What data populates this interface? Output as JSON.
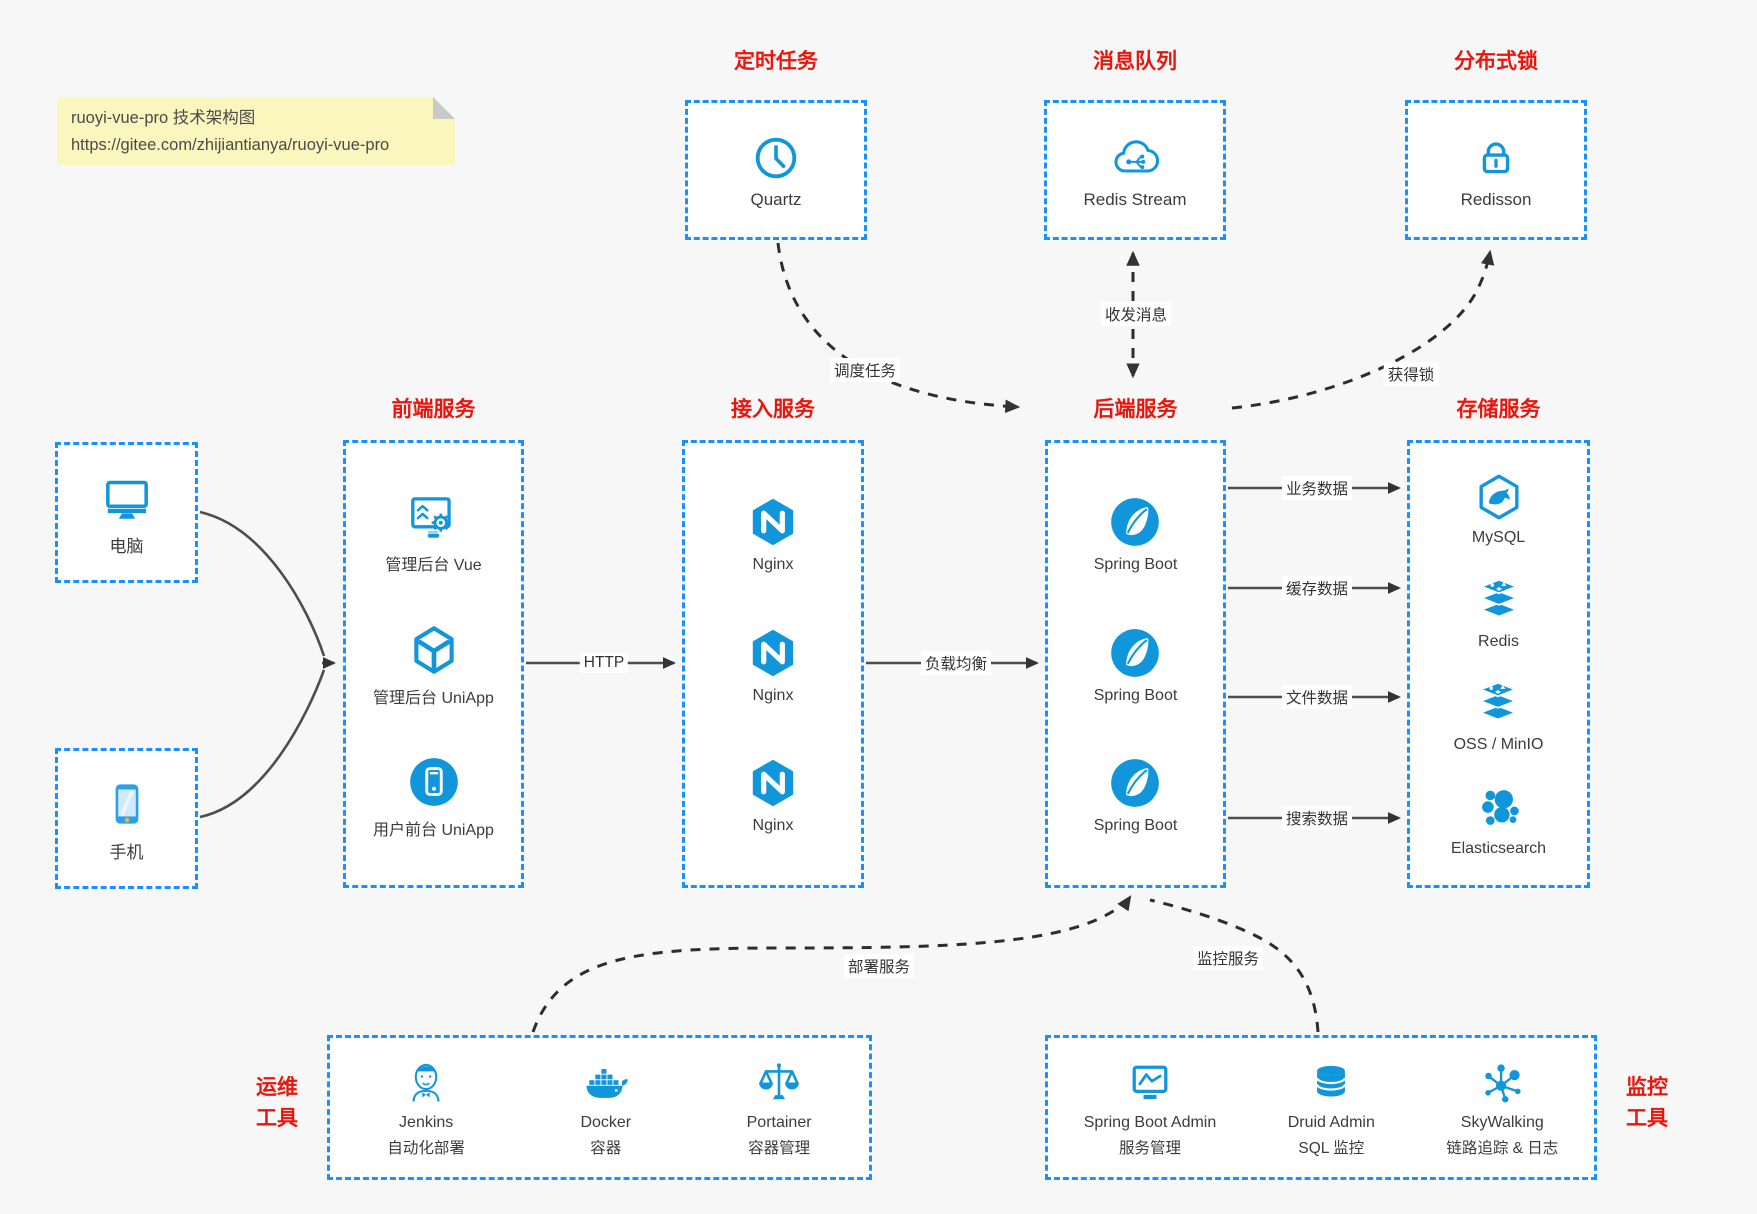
{
  "note": {
    "title": "ruoyi-vue-pro 技术架构图",
    "url": "https://gitee.com/zhijiantianya/ruoyi-vue-pro"
  },
  "top_groups": [
    {
      "title": "定时任务",
      "item": {
        "icon": "clock-icon",
        "label": "Quartz"
      }
    },
    {
      "title": "消息队列",
      "item": {
        "icon": "cloud-mq-icon",
        "label": "Redis Stream"
      }
    },
    {
      "title": "分布式锁",
      "item": {
        "icon": "lock-icon",
        "label": "Redisson"
      }
    }
  ],
  "clients": [
    {
      "icon": "desktop-icon",
      "label": "电脑"
    },
    {
      "icon": "smartphone-icon",
      "label": "手机"
    }
  ],
  "columns": {
    "frontend": {
      "title": "前端服务",
      "items": [
        {
          "icon": "admin-vue-icon",
          "label": "管理后台 Vue"
        },
        {
          "icon": "uniapp-icon",
          "label": "管理后台 UniApp"
        },
        {
          "icon": "user-app-icon",
          "label": "用户前台 UniApp"
        }
      ]
    },
    "gateway": {
      "title": "接入服务",
      "items": [
        {
          "icon": "nginx-icon",
          "label": "Nginx"
        },
        {
          "icon": "nginx-icon",
          "label": "Nginx"
        },
        {
          "icon": "nginx-icon",
          "label": "Nginx"
        }
      ]
    },
    "backend": {
      "title": "后端服务",
      "items": [
        {
          "icon": "spring-boot-icon",
          "label": "Spring Boot"
        },
        {
          "icon": "spring-boot-icon",
          "label": "Spring Boot"
        },
        {
          "icon": "spring-boot-icon",
          "label": "Spring Boot"
        }
      ]
    },
    "storage": {
      "title": "存储服务",
      "items": [
        {
          "icon": "mysql-icon",
          "label": "MySQL"
        },
        {
          "icon": "redis-icon",
          "label": "Redis"
        },
        {
          "icon": "oss-icon",
          "label": "OSS / MinIO"
        },
        {
          "icon": "elasticsearch-icon",
          "label": "Elasticsearch"
        }
      ]
    }
  },
  "bottom_groups": {
    "ops": {
      "side_label_line1": "运维",
      "side_label_line2": "工具",
      "items": [
        {
          "icon": "jenkins-icon",
          "label": "Jenkins",
          "sublabel": "自动化部署"
        },
        {
          "icon": "docker-icon",
          "label": "Docker",
          "sublabel": "容器"
        },
        {
          "icon": "portainer-icon",
          "label": "Portainer",
          "sublabel": "容器管理"
        }
      ]
    },
    "monitoring": {
      "side_label_line1": "监控",
      "side_label_line2": "工具",
      "items": [
        {
          "icon": "spring-boot-admin-icon",
          "label": "Spring Boot Admin",
          "sublabel": "服务管理"
        },
        {
          "icon": "druid-icon",
          "label": "Druid Admin",
          "sublabel": "SQL 监控"
        },
        {
          "icon": "skywalking-icon",
          "label": "SkyWalking",
          "sublabel": "链路追踪 & 日志"
        }
      ]
    }
  },
  "edge_labels": {
    "http": "HTTP",
    "load_balance": "负载均衡",
    "schedule": "调度任务",
    "messaging": "收发消息",
    "lock": "获得锁",
    "business": "业务数据",
    "cache": "缓存数据",
    "file": "文件数据",
    "search": "搜索数据",
    "deploy": "部署服务",
    "monitor": "监控服务"
  },
  "colors": {
    "icon_blue": "#1296db",
    "border_blue": "#1890ff",
    "title_red": "#e8160c",
    "note_bg": "#fbf6bd"
  }
}
